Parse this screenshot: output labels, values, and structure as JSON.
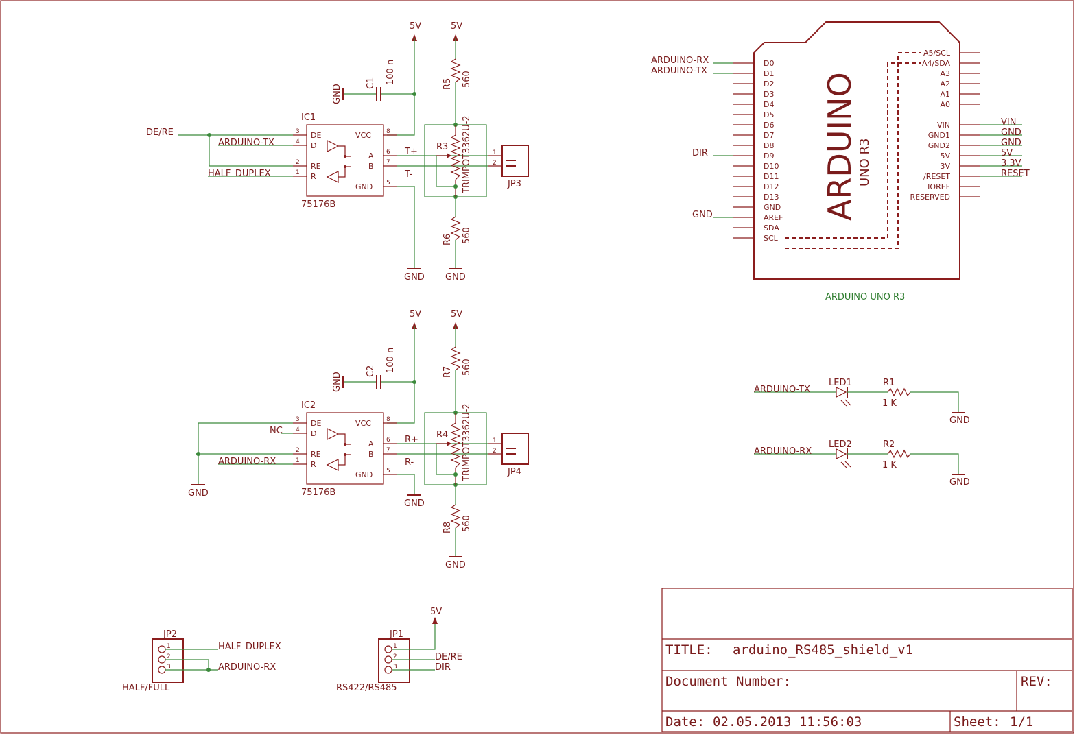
{
  "frame": {
    "title_label": "TITLE:",
    "title": "arduino_RS485_shield_v1",
    "document_number_label": "Document Number:",
    "rev_label": "REV:",
    "date_label": "Date:",
    "date": "02.05.2013 11:56:03",
    "sheet_label": "Sheet:",
    "sheet": "1/1"
  },
  "nets": {
    "v5": "5V",
    "gnd": "GND",
    "de_re": "DE/RE",
    "arduino_tx": "ARDUINO-TX",
    "arduino_rx": "ARDUINO-RX",
    "half_duplex": "HALF_DUPLEX",
    "nc": "NC",
    "dir": "DIR",
    "t_plus": "T+",
    "t_minus": "T-",
    "r_plus": "R+",
    "r_minus": "R-",
    "vin": "VIN",
    "v33": "3.3V",
    "reset": "RESET"
  },
  "ic": {
    "ic1_name": "IC1",
    "ic2_name": "IC2",
    "part": "75176B",
    "pins": {
      "de": "DE",
      "d": "D",
      "re": "RE",
      "r": "R",
      "vcc": "VCC",
      "a": "A",
      "b": "B",
      "gnd": "GND"
    }
  },
  "passives": {
    "c1": "C1",
    "c2": "C2",
    "cap_value": "100 n",
    "r1": "R1",
    "r2": "R2",
    "r1_value": "1 K",
    "r3": "R3",
    "r4": "R4",
    "trimpot": "TRIMPOT3362U-2",
    "r5": "R5",
    "r6": "R6",
    "r7": "R7",
    "r8": "R8",
    "r_value": "560",
    "led1": "LED1",
    "led2": "LED2"
  },
  "connectors": {
    "jp1": "JP1",
    "jp1_label": "RS422/RS485",
    "jp2": "JP2",
    "jp2_label": "HALF/FULL",
    "jp3": "JP3",
    "jp4": "JP4"
  },
  "arduino": {
    "logo": "ARDUINO",
    "sub": "UNO R3",
    "caption": "ARDUINO UNO R3",
    "left_pins": [
      "D0",
      "D1",
      "D2",
      "D3",
      "D4",
      "D5",
      "D6",
      "D7",
      "D8",
      "D9",
      "D10",
      "D11",
      "D12",
      "D13",
      "GND",
      "AREF",
      "SDA",
      "SCL"
    ],
    "right_top_pins": [
      "A5/SCL",
      "A4/SDA",
      "A3",
      "A2",
      "A1",
      "A0"
    ],
    "right_bottom_pins": [
      "VIN",
      "GND1",
      "GND2",
      "5V",
      "3V",
      "/RESET",
      "IOREF",
      "RESERVED"
    ]
  }
}
